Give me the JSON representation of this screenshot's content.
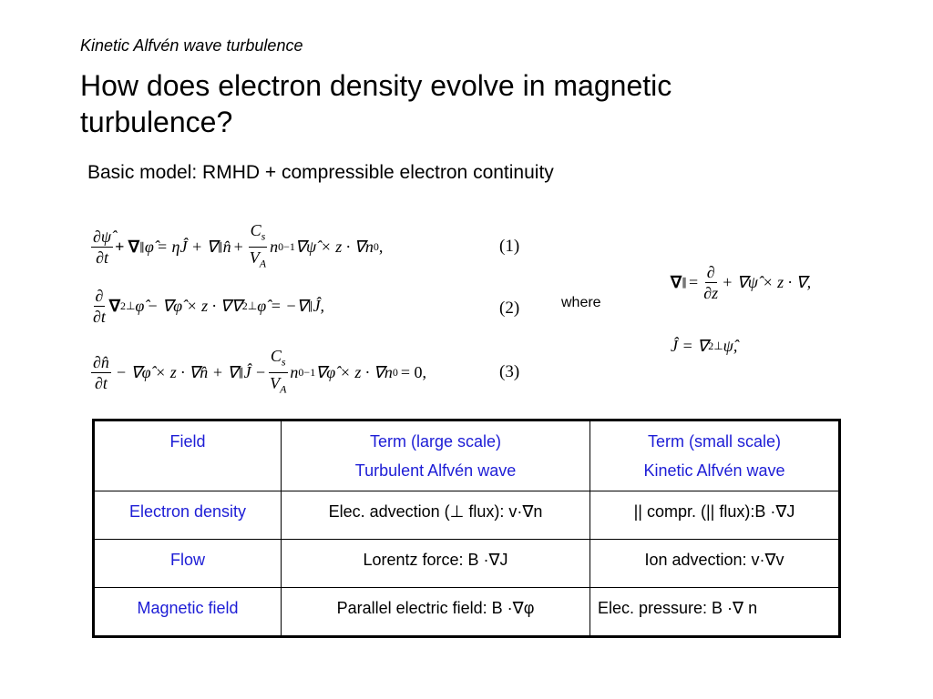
{
  "slide": {
    "subtitle": "Kinetic Alfvén wave turbulence",
    "title": "How does electron density evolve in magnetic turbulence?",
    "model_line": "Basic model: RMHD + compressible electron continuity",
    "where_label": "where"
  },
  "equations": {
    "eq1": {
      "number": "(1)",
      "d": "∂",
      "psi": "ψ̂",
      "dt": "∂t",
      "rhs1": "+ ∇",
      "par": "∥",
      "phi": "φ̂",
      "eq_eta": "= ηĴ + ∇",
      "n_hat": "n̂",
      "plus": "+",
      "cs": "C",
      "cs_sub": "s",
      "va": "V",
      "va_sub": "A",
      "n0": "n",
      "n0_sub": "0",
      "pow": "−1",
      "tail": "∇ψ̂ × z · ∇n",
      "tail_sub": "0",
      "comma": ","
    },
    "eq2": {
      "number": "(2)",
      "d": "∂",
      "dt": "∂t",
      "nabla": "∇",
      "sq": "2",
      "perp": "⊥",
      "phi": "φ̂",
      "mid": "− ∇φ̂ × z · ∇∇",
      "rhs": "φ̂ = −∇",
      "par": "∥",
      "J": "Ĵ,"
    },
    "eq3": {
      "number": "(3)",
      "dn": "∂n̂",
      "dt": "∂t",
      "mid": "− ∇φ̂ × z · ∇n̂ + ∇",
      "par": "∥",
      "J": "Ĵ −",
      "cs": "C",
      "cs_sub": "s",
      "va": "V",
      "va_sub": "A",
      "n0": "n",
      "n0_sub": "0",
      "pow": "−1",
      "tail": "∇φ̂ × z · ∇n",
      "tail_sub": "0",
      "end": "= 0,"
    },
    "def1": {
      "nabla": "∇",
      "par": "∥",
      "eq": "=",
      "d": "∂",
      "dz": "∂z",
      "rest": "+ ∇ψ̂ × z · ∇,"
    },
    "def2": {
      "J": "Ĵ = ∇",
      "sq": "2",
      "perp": "⊥",
      "psi": "ψ̂,"
    }
  },
  "table": {
    "header": {
      "field": "Field",
      "large_line1": "Term (large scale)",
      "large_line2": "Turbulent Alfvén wave",
      "small_line1": "Term (small scale)",
      "small_line2": "Kinetic Alfvén wave"
    },
    "rows": [
      {
        "field": "Electron density",
        "large": "Elec. advection (⊥ flux): v·∇n",
        "small": "|| compr. (|| flux):B ·∇J"
      },
      {
        "field": "Flow",
        "large": "Lorentz force: B ·∇J",
        "small": "Ion advection: v·∇v"
      },
      {
        "field": "Magnetic field",
        "large": "Parallel electric field: B ·∇φ",
        "small": "Elec. pressure: B ·∇ n"
      }
    ]
  },
  "colors": {
    "text": "#000000",
    "field_blue": "#1d1dd6",
    "background": "#ffffff"
  }
}
